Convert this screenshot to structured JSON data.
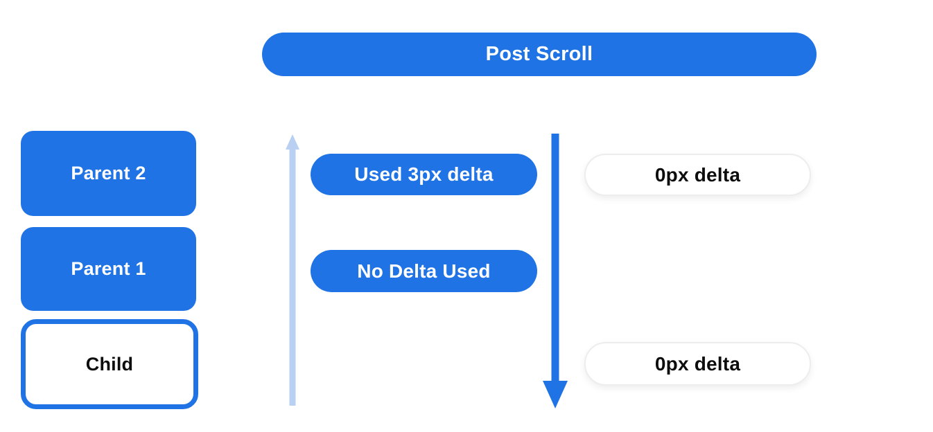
{
  "diagram": {
    "title": "Post Scroll",
    "left_column": {
      "parent2_label": "Parent 2",
      "parent1_label": "Parent 1",
      "child_label": "Child"
    },
    "middle_column": {
      "row1_label": "Used 3px delta",
      "row2_label": "No Delta Used"
    },
    "right_column": {
      "row1_label": "0px delta",
      "row3_label": "0px delta"
    },
    "arrows": {
      "up_arrow": {
        "icon": "arrow-up-icon",
        "direction": "up",
        "color": "#b9d0f3"
      },
      "down_arrow": {
        "icon": "arrow-down-icon",
        "direction": "down",
        "color": "#1f73e5"
      }
    },
    "colors": {
      "primary_blue": "#1f73e5",
      "light_blue": "#b9d0f3",
      "pill_background": "#ffffff",
      "pill_border": "#ededed",
      "text_on_blue": "#ffffff",
      "text_on_white": "#0d0d0d"
    }
  }
}
